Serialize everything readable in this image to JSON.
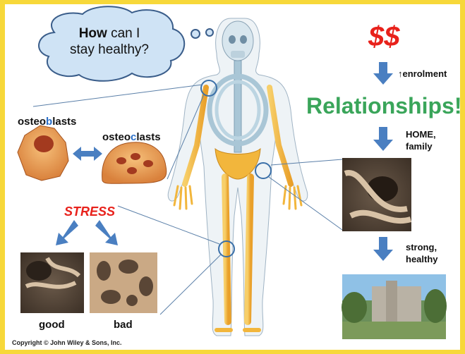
{
  "cloud": {
    "text_bold": "How",
    "text_rest_line1": " can I",
    "text_line2": "stay healthy?"
  },
  "money": "$$",
  "enrolment": "↑enrolment",
  "relationships": "Relationships!",
  "home_family": {
    "line1": "HOME,",
    "line2": "family"
  },
  "strong_healthy": {
    "line1": "strong,",
    "line2": "healthy"
  },
  "osteoblasts": {
    "pre": "osteo",
    "mid": "b",
    "post": "lasts"
  },
  "osteoclasts": {
    "pre": "osteo",
    "mid": "c",
    "post": "lasts"
  },
  "stress": "STRESS",
  "good": "good",
  "bad": "bad",
  "copyright": "Copyright © John Wiley & Sons, Inc.",
  "colors": {
    "frame": "#f7d83a",
    "red": "#e8211b",
    "green": "#3aa55a",
    "arrow": "#4a7fc1",
    "bone": "#f2b63c",
    "cloud": "#cfe3f5"
  }
}
